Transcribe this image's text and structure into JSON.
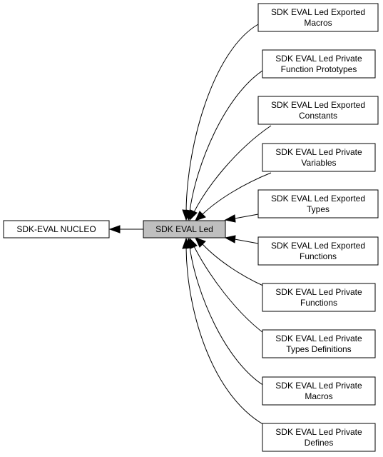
{
  "diagram": {
    "parent": {
      "label": "SDK-EVAL NUCLEO"
    },
    "current": {
      "label": "SDK EVAL Led"
    },
    "children": [
      {
        "line1": "SDK EVAL Led Exported",
        "line2": "Macros"
      },
      {
        "line1": "SDK EVAL Led Private",
        "line2": "Function Prototypes"
      },
      {
        "line1": "SDK EVAL Led Exported",
        "line2": "Constants"
      },
      {
        "line1": "SDK EVAL Led Private",
        "line2": "Variables"
      },
      {
        "line1": "SDK EVAL Led Exported",
        "line2": "Types"
      },
      {
        "line1": "SDK EVAL Led Exported",
        "line2": "Functions"
      },
      {
        "line1": "SDK EVAL Led Private",
        "line2": "Functions"
      },
      {
        "line1": "SDK EVAL Led Private",
        "line2": "Types Definitions"
      },
      {
        "line1": "SDK EVAL Led Private",
        "line2": "Macros"
      },
      {
        "line1": "SDK EVAL Led Private",
        "line2": "Defines"
      }
    ]
  }
}
